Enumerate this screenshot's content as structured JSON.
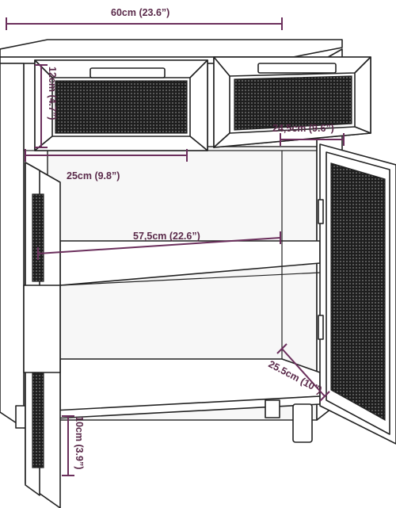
{
  "dimensions": {
    "width_total": "60cm (23.6”)",
    "drawer_height": "12cm (4.7”)",
    "drawer_width": "25cm (9.8”)",
    "drawer_depth": "24,5cm (9.6”)",
    "inner_width": "57,5cm (22.6”)",
    "inner_depth": "25.5cm (10”)",
    "leg_height": "10cm (3.9”)"
  },
  "colors": {
    "dimension_line": "#6b2f5c",
    "outline": "#222222",
    "rattan": "#2a2a2a"
  }
}
